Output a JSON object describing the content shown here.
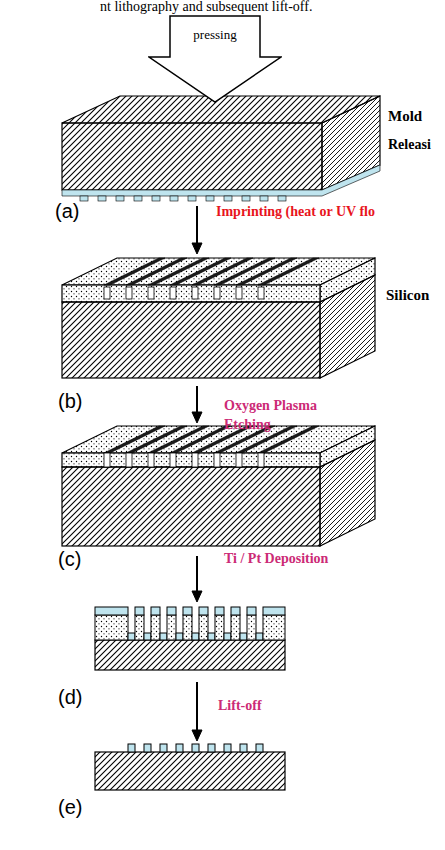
{
  "diagram": {
    "caption": "nt lithography and subsequent lift-off.",
    "nodes": [
      {
        "text": [
          "pressing"
        ]
      }
    ],
    "labels": [
      "Mold",
      "Releasi",
      "(a)",
      "Imprinting (heat or UV flo",
      "Silicon",
      "(b)",
      "Oxygen Plasma Etching",
      "(c)",
      "Ti / Pt Deposition",
      "(d)",
      "Lift-off",
      "(e)"
    ]
  }
}
